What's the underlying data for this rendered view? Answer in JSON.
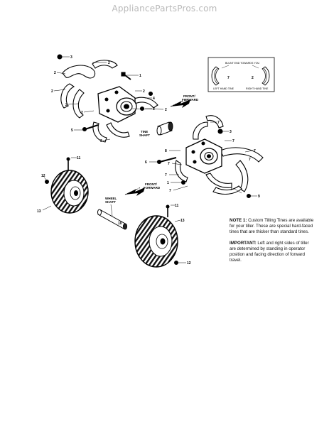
{
  "site": {
    "watermark": "AppliancePartsPros.com"
  },
  "inset": {
    "title": "BLUNT END TOWARDS YOU",
    "left_number": "7",
    "right_number": "2",
    "left_caption": "LEFT HAND TINE",
    "right_caption": "RIGHT HAND TINE"
  },
  "labels": {
    "front_forward_top_1": "FRONT/",
    "front_forward_top_2": "FORWARD",
    "front_forward_mid_1": "FRONT/",
    "front_forward_mid_2": "FORWARD",
    "tine_shaft_1": "TINE",
    "tine_shaft_2": "SHAFT",
    "wheel_shaft_1": "WHEEL",
    "wheel_shaft_2": "SHAFT"
  },
  "callouts": {
    "c3_top": "3",
    "c2_a": "2",
    "c2_b": "2",
    "c2_c": "2",
    "c2_d": "2",
    "c2_e": "2",
    "c2_f": "2",
    "c1_a": "1",
    "c4": "4",
    "c3_b": "3",
    "c5": "5",
    "c2_g": "2",
    "c7_a": "7",
    "c3_c": "3",
    "c7_b": "7",
    "c8": "8",
    "c7_c": "7",
    "c6": "6",
    "c7_d": "7",
    "c1_b": "1",
    "c7_e": "7",
    "c7_f": "7",
    "c7_g": "7",
    "c9": "9",
    "c7_h": "7",
    "c11_a": "11",
    "c12_a": "12",
    "c13_a": "13",
    "c11_b": "11",
    "c13_b": "13",
    "c12_b": "12",
    "c10": "10"
  },
  "notes": {
    "note1_head": "NOTE 1:",
    "note1_text": " Custom Tilling Tines are available for your tiller. These are special hard-faced tines that are thicker than standard tines.",
    "important_head": "IMPORTANT:",
    "important_text": " Left and right sides of tiller are determined by standing in operator position and facing direction of forward travel."
  }
}
